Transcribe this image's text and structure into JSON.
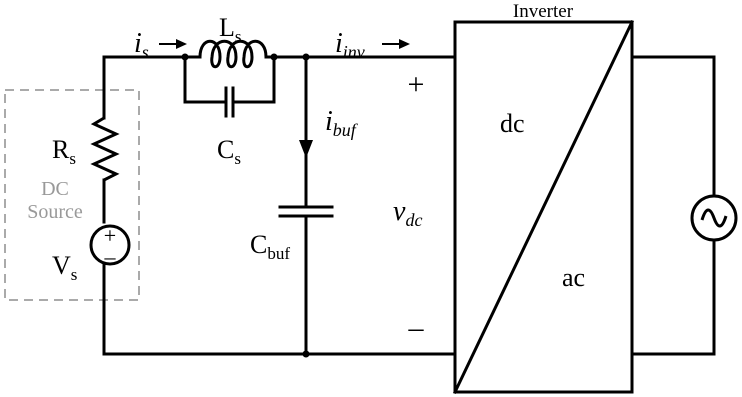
{
  "labels": {
    "is_main": "i",
    "is_sub": "s",
    "ls_main": "L",
    "ls_sub": "s",
    "iinv_main": "i",
    "iinv_sub": "inv",
    "inverter": "Inverter",
    "plus": "+",
    "minus": "–",
    "ibuf_main": "i",
    "ibuf_sub": "buf",
    "cs_main": "C",
    "cs_sub": "s",
    "rs_main": "R",
    "rs_sub": "s",
    "dc_source_line1": "DC",
    "dc_source_line2": "Source",
    "vs_main": "V",
    "vs_sub": "s",
    "vdc_main": "v",
    "vdc_sub": "dc",
    "cbuf_main": "C",
    "cbuf_sub": "buf",
    "dc": "dc",
    "ac": "ac",
    "source_plus": "+",
    "source_minus": "–"
  }
}
